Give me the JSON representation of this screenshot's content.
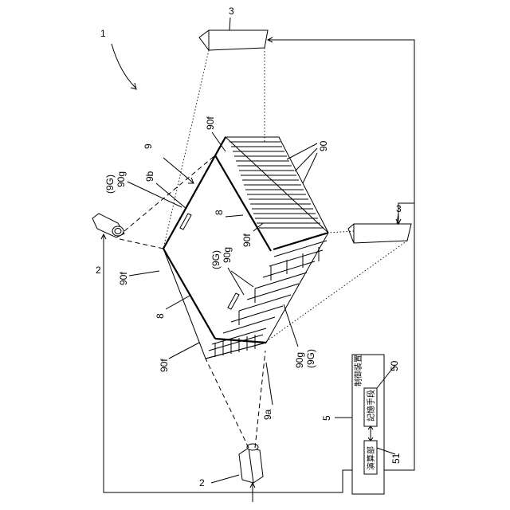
{
  "labels": {
    "system": "1",
    "camera_a": "2",
    "camera_b": "2",
    "projector_top": "3",
    "projector_right": "3",
    "stack": "9",
    "edge_9b": "9b",
    "edge_9a": "9a",
    "cells": "90",
    "face_top_right": "90f",
    "face_center": "90f",
    "face_left": "90f",
    "face_bottom_left": "90f",
    "line_8_center": "8",
    "line_8_left": "8",
    "gap_top_a": "(9G)",
    "gap_top_b": "90g",
    "gap_mid_a": "(9G)",
    "gap_mid_b": "90g",
    "gap_low_a": "90g",
    "gap_low_b": "(9G)",
    "controller": "5",
    "controller_title": "制御装置",
    "storage_unit": "記憶手段",
    "storage_ref": "50",
    "compute_unit": "演算部",
    "compute_ref": "51"
  }
}
